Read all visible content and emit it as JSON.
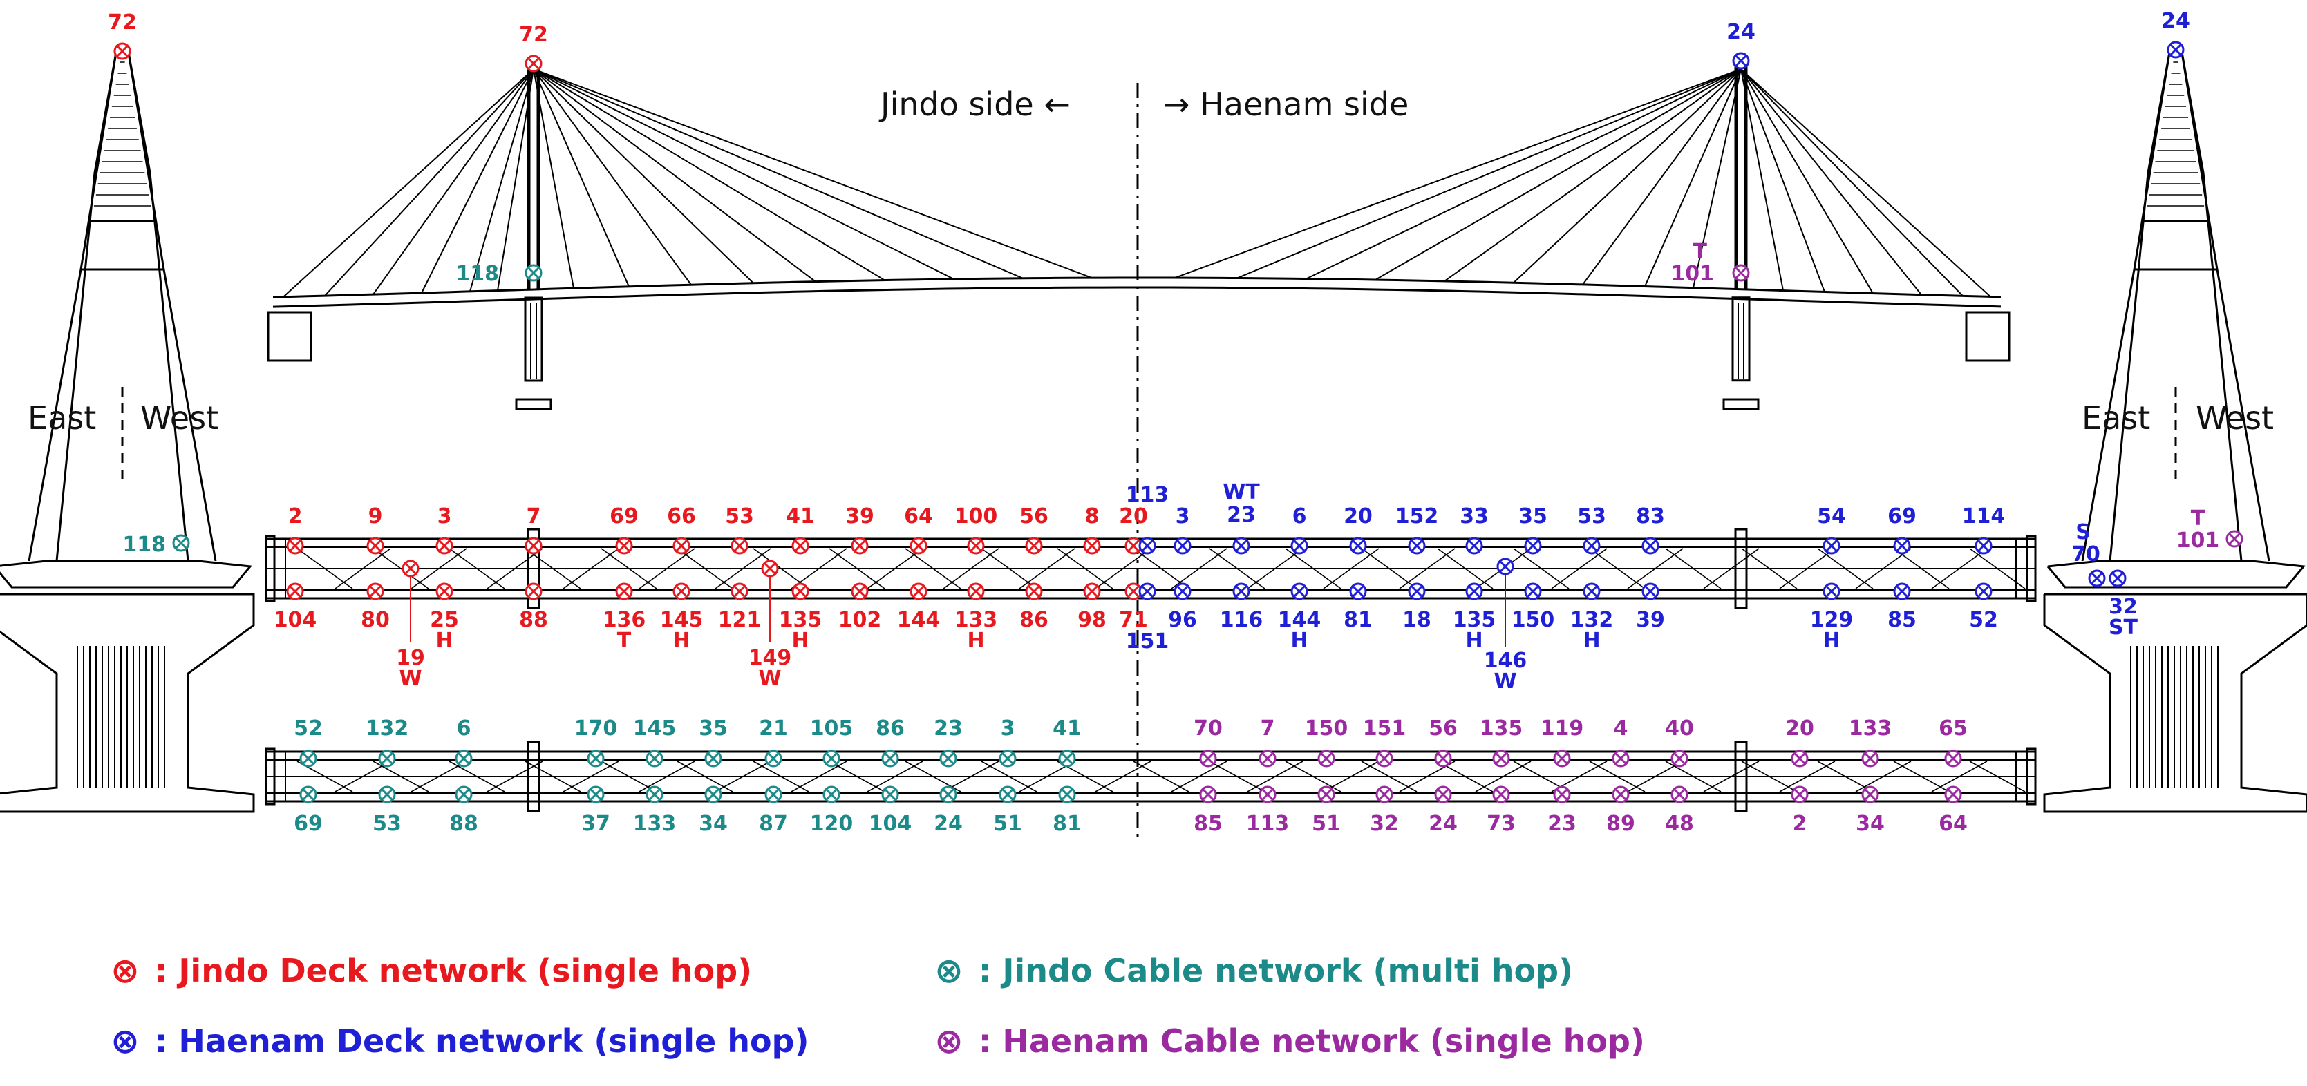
{
  "colors": {
    "jindo_deck": "#e8191e",
    "haenam_deck": "#1f1fd6",
    "jindo_cable": "#1b8a88",
    "haenam_cable": "#9b2aa0",
    "structure": "#000000"
  },
  "annotations": {
    "left_tower": {
      "east": "East",
      "west": "West"
    },
    "right_tower": {
      "east": "East",
      "west": "West"
    },
    "jindo_side": "Jindo side ←",
    "haenam_side": "→ Haenam side"
  },
  "legend": [
    {
      "symbol": "⊗",
      "label": ": Jindo Deck network (single hop)",
      "color": "#e8191e"
    },
    {
      "symbol": "⊗",
      "label": ": Jindo Cable network (multi hop)",
      "color": "#1b8a88"
    },
    {
      "symbol": "⊗",
      "label": ": Haenam Deck network (single hop)",
      "color": "#1f1fd6"
    },
    {
      "symbol": "⊗",
      "label": ": Haenam Cable network (single hop)",
      "color": "#9b2aa0"
    }
  ],
  "elevation_nodes": [
    {
      "id": "72",
      "network": "jindo_deck"
    },
    {
      "id": "118",
      "network": "jindo_cable"
    },
    {
      "id": "24",
      "network": "haenam_deck"
    },
    {
      "id": "101",
      "tag": "T",
      "network": "haenam_cable"
    }
  ],
  "left_tower_nodes": [
    {
      "id": "72",
      "network": "jindo_deck"
    },
    {
      "id": "118",
      "network": "jindo_cable"
    }
  ],
  "right_tower_nodes": [
    {
      "id": "24",
      "network": "haenam_deck"
    },
    {
      "id": "70",
      "tag": "S",
      "network": "haenam_deck"
    },
    {
      "id": "32",
      "tag": "ST",
      "network": "haenam_deck"
    },
    {
      "id": "101",
      "tag": "T",
      "network": "haenam_cable"
    }
  ],
  "deck_plan": {
    "jindo_top": [
      "2",
      "9",
      "3",
      "7",
      "69",
      "66",
      "53",
      "41",
      "39",
      "64",
      "100",
      "56",
      "8",
      "20"
    ],
    "jindo_bottom": [
      {
        "id": "104"
      },
      {
        "id": "80"
      },
      {
        "id": "25",
        "tag": "H"
      },
      {
        "id": "88"
      },
      {
        "id": "136",
        "tag": "T"
      },
      {
        "id": "145",
        "tag": "H"
      },
      {
        "id": "121"
      },
      {
        "id": "135",
        "tag": "H"
      },
      {
        "id": "102"
      },
      {
        "id": "144"
      },
      {
        "id": "133",
        "tag": "H"
      },
      {
        "id": "86"
      },
      {
        "id": "98"
      },
      {
        "id": "71"
      }
    ],
    "jindo_middle": [
      {
        "id": "19",
        "tag": "W"
      },
      {
        "id": "149",
        "tag": "W"
      }
    ],
    "haenam_top": [
      {
        "id": "113"
      },
      {
        "id": "3"
      },
      {
        "id": "23",
        "tag": "WT"
      },
      {
        "id": "6"
      },
      {
        "id": "20"
      },
      {
        "id": "152"
      },
      {
        "id": "33"
      },
      {
        "id": "35"
      },
      {
        "id": "53"
      },
      {
        "id": "83"
      },
      {
        "id": "54"
      },
      {
        "id": "69"
      },
      {
        "id": "114"
      }
    ],
    "haenam_bottom": [
      {
        "id": "151"
      },
      {
        "id": "96"
      },
      {
        "id": "116"
      },
      {
        "id": "144",
        "tag": "H"
      },
      {
        "id": "81"
      },
      {
        "id": "18"
      },
      {
        "id": "135",
        "tag": "H"
      },
      {
        "id": "150"
      },
      {
        "id": "132",
        "tag": "H"
      },
      {
        "id": "39"
      },
      {
        "id": "129",
        "tag": "H"
      },
      {
        "id": "85"
      },
      {
        "id": "52"
      }
    ],
    "haenam_middle": [
      {
        "id": "146",
        "tag": "W"
      }
    ]
  },
  "cable_plan": {
    "jindo_top": [
      "52",
      "132",
      "6",
      "170",
      "145",
      "35",
      "21",
      "105",
      "86",
      "23",
      "3",
      "41"
    ],
    "jindo_bottom": [
      "69",
      "53",
      "88",
      "37",
      "133",
      "34",
      "87",
      "120",
      "104",
      "24",
      "51",
      "81"
    ],
    "haenam_top": [
      "70",
      "7",
      "150",
      "151",
      "56",
      "135",
      "119",
      "4",
      "40",
      "20",
      "133",
      "65"
    ],
    "haenam_bottom": [
      "85",
      "113",
      "51",
      "32",
      "24",
      "73",
      "23",
      "89",
      "48",
      "2",
      "34",
      "64"
    ]
  }
}
